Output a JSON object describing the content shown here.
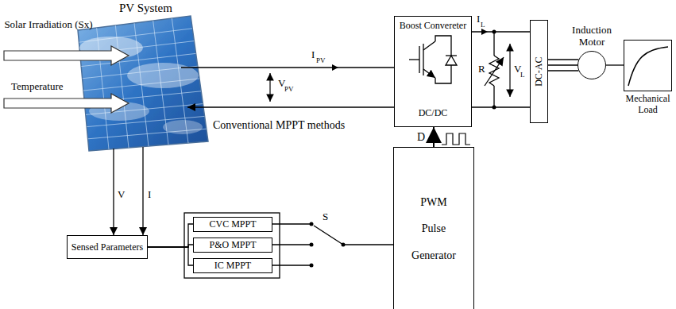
{
  "diagram": {
    "nodes": [
      {
        "text": [
          "Boost Convereter",
          "DC/DC"
        ]
      },
      {
        "text": [
          "DC-AC"
        ]
      },
      {
        "text": [
          "Induction Motor"
        ]
      },
      {
        "text": [
          "Mechanical Load"
        ]
      },
      {
        "text": [
          "Sensed Parameters"
        ]
      },
      {
        "text": [
          "CVC MPPT"
        ]
      },
      {
        "text": [
          "P&O MPPT"
        ]
      },
      {
        "text": [
          "IC MPPT"
        ]
      },
      {
        "text": [
          "PWM Pulse Generator"
        ]
      }
    ],
    "edges": [
      {
        "from": 0,
        "to": 1,
        "arrow": "none"
      },
      {
        "from": 1,
        "to": 2,
        "arrow": "none"
      },
      {
        "from": 2,
        "to": 3,
        "arrow": "none"
      },
      {
        "from": 4,
        "to": 5,
        "arrow": "none"
      },
      {
        "from": 4,
        "to": 6,
        "arrow": "none"
      },
      {
        "from": 4,
        "to": 7,
        "arrow": "none"
      },
      {
        "from": 8,
        "to": 0,
        "arrow": "to",
        "label": "D"
      }
    ],
    "labels": [
      "PV System",
      "Solar Irradiation (Sx)",
      "Temperature",
      "I",
      "PV",
      "V",
      "PV",
      "I",
      "L",
      "R",
      "V",
      "L",
      "Conventional MPPT methods",
      "V",
      "I",
      "S"
    ]
  }
}
